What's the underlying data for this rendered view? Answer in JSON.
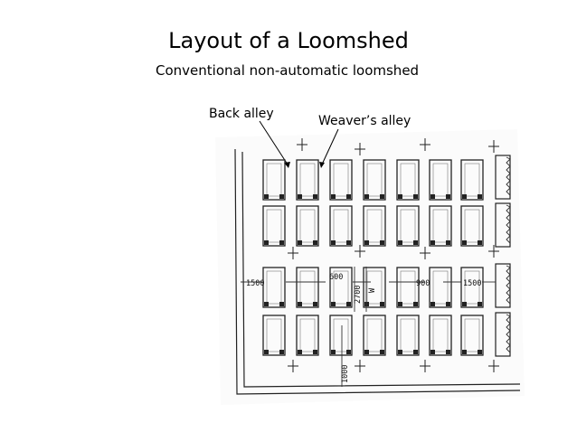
{
  "title": "Layout of a Loomshed",
  "subtitle": "Conventional non-automatic loomshed",
  "labels": {
    "back_alley": "Back alley",
    "weavers_alley": "Weaver’s alley"
  },
  "dimensions": {
    "d1500_left": "1500",
    "d600": "600",
    "d2700": "2700",
    "dW": "W",
    "d900": "900",
    "d1500_right": "1500",
    "d1000": "1000"
  }
}
